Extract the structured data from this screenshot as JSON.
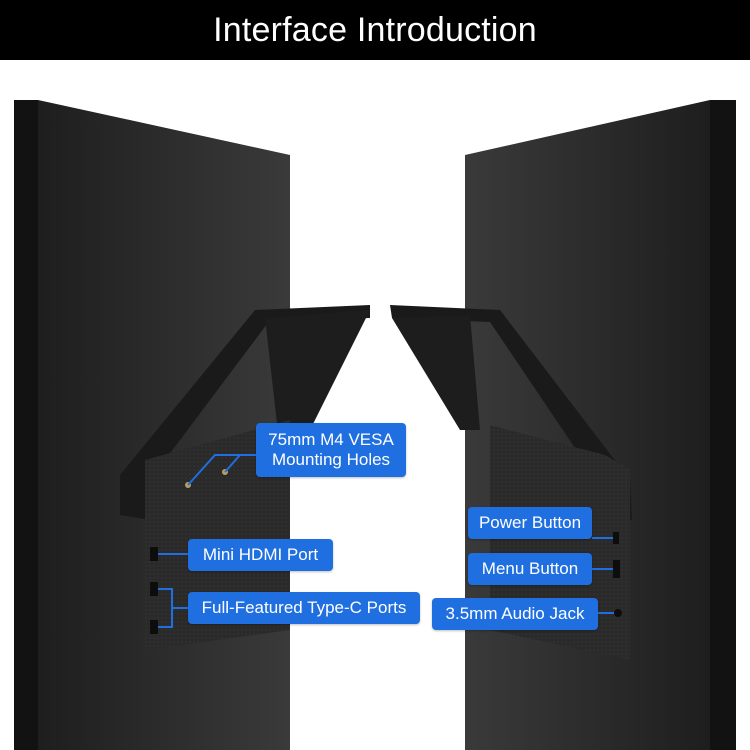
{
  "header": {
    "title": "Interface Introduction"
  },
  "labels": {
    "vesa_line1": "75mm M4 VESA",
    "vesa_line2": "Mounting Holes",
    "mini_hdmi": "Mini HDMI Port",
    "type_c": "Full-Featured Type-C Ports",
    "power": "Power Button",
    "menu": "Menu Button",
    "audio": "3.5mm Audio Jack"
  },
  "colors": {
    "header_bg": "#000000",
    "header_text": "#ffffff",
    "label_bg": "#1f6fe0",
    "label_text": "#ffffff",
    "monitor_body": "#2b2b2b",
    "leader_line": "#1f6fe0"
  }
}
